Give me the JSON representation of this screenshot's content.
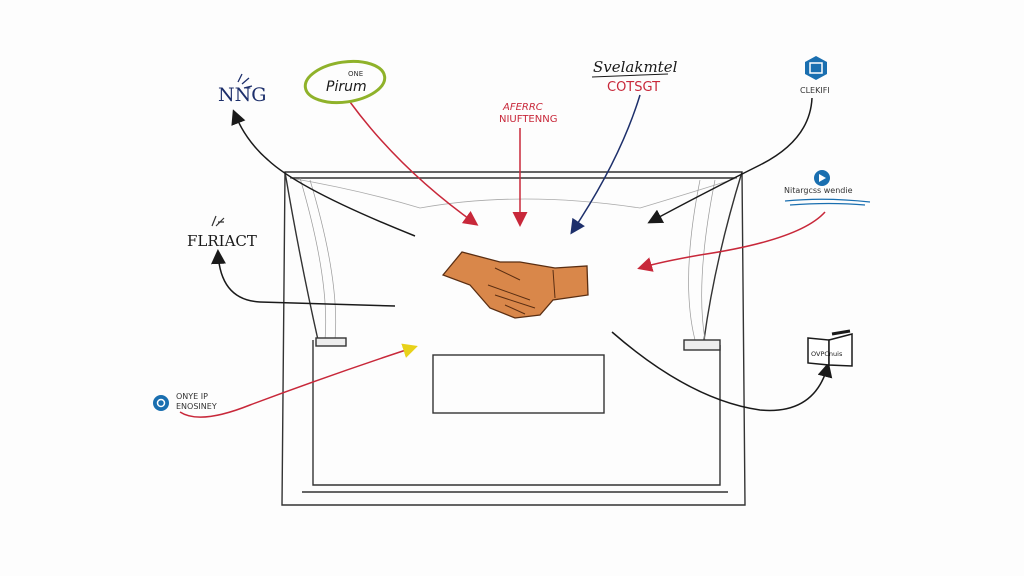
{
  "labels": {
    "nng": "NNG",
    "pirum_small": "ONE",
    "pirum": "Pirum",
    "svelak": "Svelakmtel",
    "cotsgt": "COTSGT",
    "aferrc": "AFERRC",
    "niuftenng": "NIUFTENNG",
    "clekifi": "CLEKIFI",
    "nitargcss": "Nitargcss wendie",
    "flriact": "FLRIACT",
    "onye_1": "ONYE IP",
    "onye_2": "ENOSINEY",
    "book": "OVPCnuis"
  },
  "icons": [
    "hexagon-logo-icon",
    "play-circle-icon",
    "circle-logo-icon",
    "open-book-icon",
    "leaf-sprig-icon",
    "handshake-icon"
  ],
  "colors": {
    "ink": "#1a1a1a",
    "red": "#c8283a",
    "navy": "#1d2f6b",
    "green": "#8fb22a",
    "yellow": "#e8d21a",
    "blue": "#1a6fb0"
  }
}
